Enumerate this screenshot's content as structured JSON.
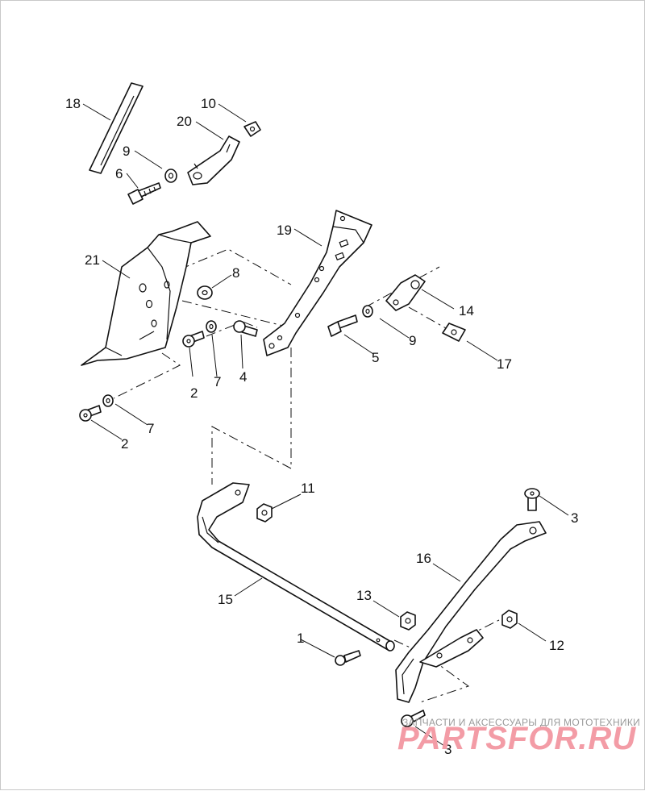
{
  "callouts": [
    {
      "id": "18",
      "label": "18"
    },
    {
      "id": "10",
      "label": "10"
    },
    {
      "id": "20",
      "label": "20"
    },
    {
      "id": "9a",
      "label": "9"
    },
    {
      "id": "6",
      "label": "6"
    },
    {
      "id": "19",
      "label": "19"
    },
    {
      "id": "21",
      "label": "21"
    },
    {
      "id": "8",
      "label": "8"
    },
    {
      "id": "14",
      "label": "14"
    },
    {
      "id": "9b",
      "label": "9"
    },
    {
      "id": "5",
      "label": "5"
    },
    {
      "id": "17",
      "label": "17"
    },
    {
      "id": "2a",
      "label": "2"
    },
    {
      "id": "7a",
      "label": "7"
    },
    {
      "id": "4",
      "label": "4"
    },
    {
      "id": "7b",
      "label": "7"
    },
    {
      "id": "2b",
      "label": "2"
    },
    {
      "id": "11",
      "label": "11"
    },
    {
      "id": "3a",
      "label": "3"
    },
    {
      "id": "16",
      "label": "16"
    },
    {
      "id": "15",
      "label": "15"
    },
    {
      "id": "13",
      "label": "13"
    },
    {
      "id": "1",
      "label": "1"
    },
    {
      "id": "12",
      "label": "12"
    },
    {
      "id": "3b",
      "label": "3"
    }
  ],
  "watermark": {
    "tagline": "ЗАПЧАСТИ И АКСЕССУАРЫ ДЛЯ МОТОТЕХНИКИ",
    "logo": "PARTSFOR.RU",
    "color": "#f39ca6"
  }
}
